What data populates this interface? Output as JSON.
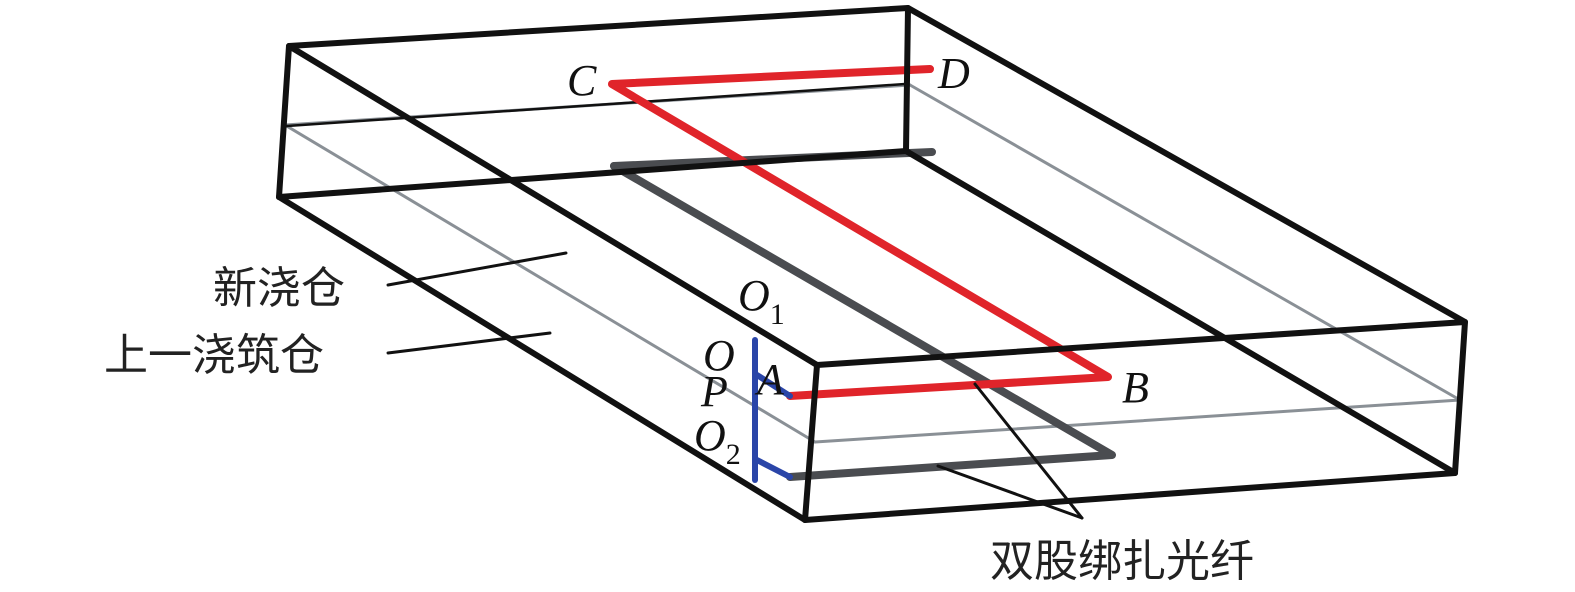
{
  "labels": {
    "new_pour": "新浇仓",
    "prev_pour": "上一浇筑仓",
    "fiber": "双股绑扎光纤"
  },
  "points": {
    "A": "A",
    "B": "B",
    "C": "C",
    "D": "D",
    "O": "O",
    "P": "P",
    "O1_base": "O",
    "O1_sub": "1",
    "O2_base": "O",
    "O2_sub": "2"
  },
  "colors": {
    "box": "#111111",
    "layer_line": "#8a9096",
    "red_fiber": "#e0242a",
    "gray_fiber": "#4a4c50",
    "blue_fiber": "#2a45a8",
    "leader": "#111111"
  },
  "icons": {
    "red_fiber": "red-optical-fiber-path",
    "gray_fiber": "gray-optical-fiber-path",
    "blue_fiber": "blue-vertical-fiber"
  }
}
